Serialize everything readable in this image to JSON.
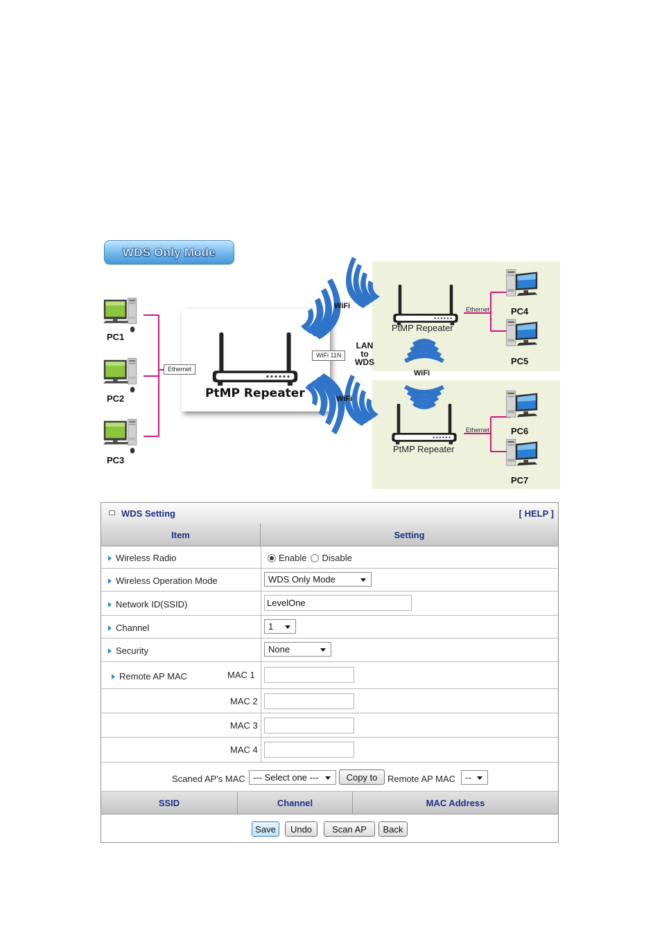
{
  "badge": {
    "title": "WDS Only Mode"
  },
  "diagram": {
    "left_pcs": [
      "PC1",
      "PC2",
      "PC3"
    ],
    "right_pcs": [
      "PC4",
      "PC5",
      "PC6",
      "PC7"
    ],
    "ethernet_label": "Ethernet",
    "main_device": "PtMP Repeater",
    "main_radio_tag": "WiFi 11N",
    "wifi_label": "WiFi",
    "lan_to_wds": [
      "LAN",
      "to",
      "WDS"
    ],
    "remote_device_top": "PtMP Repeater",
    "remote_device_bottom": "PtMP Repeater"
  },
  "panel": {
    "title": "WDS Setting",
    "help": "[ HELP ]",
    "col_item": "Item",
    "col_setting": "Setting",
    "rows": {
      "wireless_radio": {
        "label": "Wireless Radio",
        "enable": "Enable",
        "disable": "Disable",
        "selected": "Enable"
      },
      "operation_mode": {
        "label": "Wireless Operation Mode",
        "value": "WDS Only Mode"
      },
      "ssid": {
        "label": "Network ID(SSID)",
        "value": "LevelOne"
      },
      "channel": {
        "label": "Channel",
        "value": "1"
      },
      "security": {
        "label": "Security",
        "value": "None"
      },
      "remote_ap": {
        "label": "Remote AP MAC",
        "mac1": "MAC 1",
        "mac2": "MAC 2",
        "mac3": "MAC 3",
        "mac4": "MAC 4"
      }
    },
    "scan": {
      "label": "Scaned AP's MAC",
      "select_value": "--- Select one ---",
      "copy_button": "Copy to",
      "remote_label": "Remote AP MAC",
      "remote_value": "--"
    },
    "scan_table": {
      "col_ssid": "SSID",
      "col_channel": "Channel",
      "col_mac": "MAC Address"
    },
    "buttons": {
      "save": "Save",
      "undo": "Undo",
      "scan_ap": "Scan AP",
      "back": "Back"
    }
  },
  "colors": {
    "link_line": "#d4147f",
    "wifi_wave": "#2f74c8",
    "panel_title": "#1f2f84",
    "diagram_bg": "#eef2dd"
  }
}
